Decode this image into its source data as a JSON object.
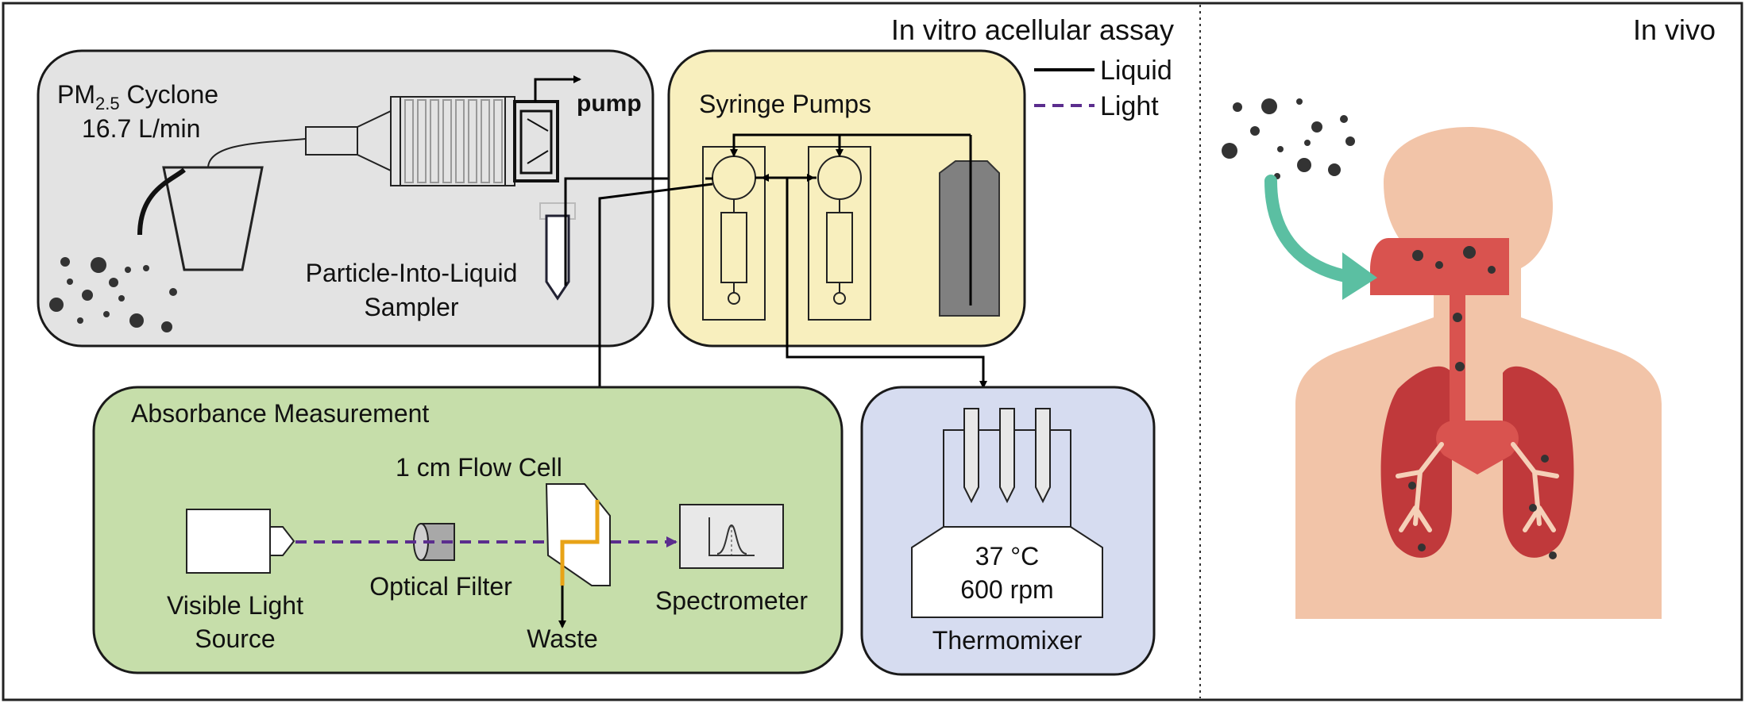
{
  "header": {
    "invitro_title": "In vitro acellular assay",
    "invivo_title": "In vivo"
  },
  "legend": {
    "liquid_label": "Liquid",
    "light_label": "Light",
    "liquid_color": "#000000",
    "light_color": "#5b2d8e"
  },
  "cyclone_panel": {
    "title_prefix": "PM",
    "title_subscript": "2.5",
    "title_suffix": " Cyclone",
    "flow_rate": "16.7 L/min",
    "pump_label": "pump",
    "sampler_line1": "Particle-Into-Liquid",
    "sampler_line2": "Sampler",
    "fill_color": "#e3e3e3"
  },
  "syringe_panel": {
    "title": "Syringe Pumps",
    "fill_color": "#f8efbe"
  },
  "absorbance_panel": {
    "title": "Absorbance Measurement",
    "flow_cell_label": "1 cm Flow Cell",
    "source_line1": "Visible Light",
    "source_line2": "Source",
    "filter_label": "Optical Filter",
    "waste_label": "Waste",
    "spectrometer_label": "Spectrometer",
    "fill_color": "#c6deaa"
  },
  "thermomixer_panel": {
    "temperature": "37 °C",
    "speed": "600 rpm",
    "label": "Thermomixer",
    "fill_color": "#d6dcf0"
  },
  "body_figure": {
    "skin_color": "#f2c4a8",
    "airway_color": "#d9534f",
    "lung_color": "#c0393b",
    "arrow_color": "#5bbfa2",
    "particle_color": "#333333"
  }
}
